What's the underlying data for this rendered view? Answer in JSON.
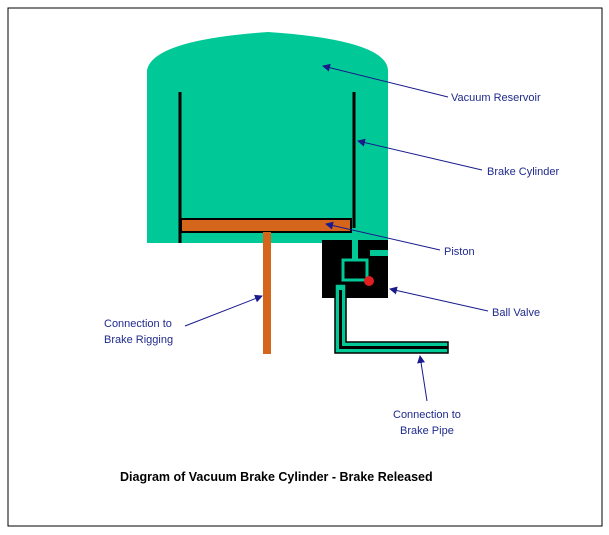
{
  "colors": {
    "body_fill": "#00c896",
    "piston_fill": "#d4651a",
    "outline": "#000000",
    "leader_line": "#1a1a8c",
    "label_text": "#1f2a8c",
    "ball": "#e02020"
  },
  "labels": {
    "vacuum_reservoir": "Vacuum Reservoir",
    "brake_cylinder": "Brake Cylinder",
    "piston": "Piston",
    "ball_valve": "Ball Valve",
    "rigging_line1": "Connection to",
    "rigging_line2": "Brake Rigging",
    "pipe_line1": "Connection to",
    "pipe_line2": "Brake Pipe"
  },
  "caption": "Diagram of Vacuum Brake Cylinder - Brake Released"
}
